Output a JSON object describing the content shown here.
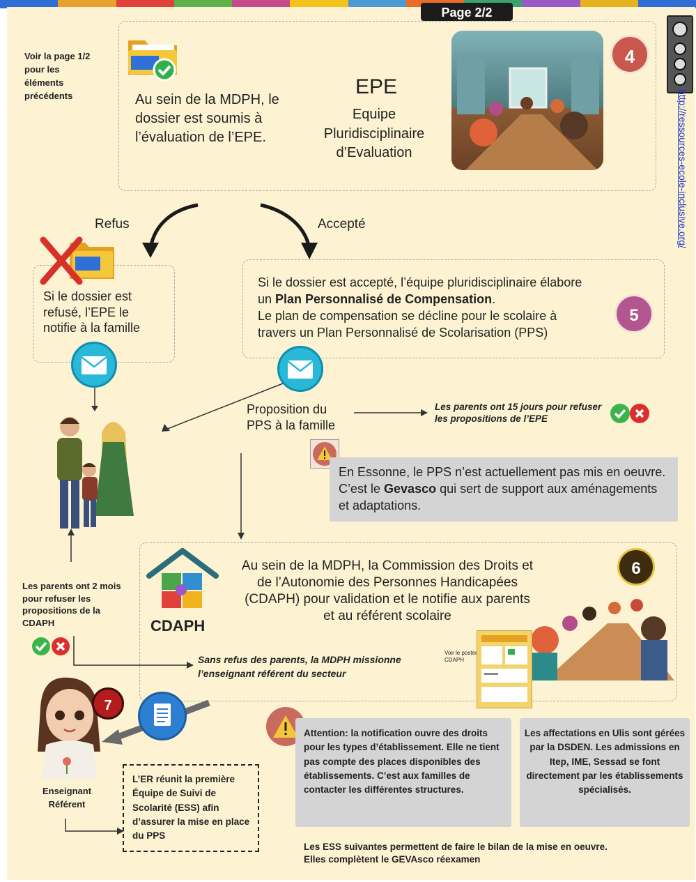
{
  "header": {
    "page_label": "Page 2/2",
    "bar_colors": [
      "#2f6fd6",
      "#e8a22c",
      "#e0413b",
      "#5fb14a",
      "#c44b8c",
      "#f3c21b",
      "#4a9ad4",
      "#e86b2c",
      "#3aa26b",
      "#9a59c6",
      "#e6b21f",
      "#2f6fd6"
    ]
  },
  "side_note": "Voir la page 1/2 pour les éléments précédents",
  "side_link": "http://ressources-ecole-inclusive.org/",
  "step4": {
    "number": "4",
    "text": "Au sein de la MDPH, le dossier est soumis à l’évaluation de l’EPE.",
    "acronym": "EPE",
    "line1": "Equipe",
    "line2": "Pluridisciplinaire",
    "line3": "d’Evaluation"
  },
  "branch": {
    "refus": "Refus",
    "accepte": "Accepté"
  },
  "refus_box": "Si le dossier est refusé, l’EPE le notifie à la famille",
  "step5": {
    "number": "5",
    "line1a": "Si le dossier est accepté, l’équipe pluridisciplinaire élabore",
    "line1b_pre": "un ",
    "line1b_bold": "Plan Personnalisé de Compensation",
    "line1b_post": ".",
    "line2": "Le plan de compensation se décline pour le scolaire à",
    "line3": "travers un Plan Personnalisé de Scolarisation (PPS)"
  },
  "proposition": "Proposition du PPS à la famille",
  "delay15": "Les parents ont 15 jours pour refuser les propositions de l’EPE",
  "essonne": {
    "pre": "En Essonne, le PPS n’est actuellement pas mis en oeuvre. C’est le ",
    "bold": "Gevasco",
    "post": " qui sert de support aux aménagements et adaptations."
  },
  "step6": {
    "number": "6",
    "text": "Au sein de la MDPH, la Commission des Droits et de l’Autonomie des Personnes Handicapées (CDAPH) pour validation et le notifie aux parents et au référent scolaire",
    "logo_label": "CDAPH",
    "poster_note": "Voir le poster CDAPH"
  },
  "delay2m": "Les parents ont 2 mois pour refuser les propositions de la CDAPH",
  "sans_refus": "Sans refus des parents, la MDPH missionne l’enseignant référent du secteur",
  "step7": {
    "number": "7",
    "label": "Enseignant Référent"
  },
  "er_box": "L’ER réunit la première Équipe de Suivi de Scolarité (ESS) afin d’assurer la mise en place du PPS",
  "attention": "Attention: la notification ouvre des droits pour les types d’établissement. Elle ne tient pas compte des places disponibles des établissements. C’est aux familles de contacter les différentes structures.",
  "affectations": "Les affectations en Ulis sont gérées par la DSDEN. Les admissions en Itep, IME, Sessad se font directement par les établissements spécialisés.",
  "footer": {
    "line1": "Les ESS suivantes permettent de faire le bilan de la mise en oeuvre.",
    "line2_pre": "Elles complètent le ",
    "line2_bold": "GEVAsco réexamen"
  },
  "colors": {
    "background": "#fdf3d3",
    "circle4": "#c9574c",
    "circle5": "#b3558f",
    "circle6": "#3d2c10",
    "circle7": "#b41c1c",
    "mail": "#29b8d8",
    "doc": "#2d7fd1",
    "gray_box": "#d4d4d4"
  }
}
